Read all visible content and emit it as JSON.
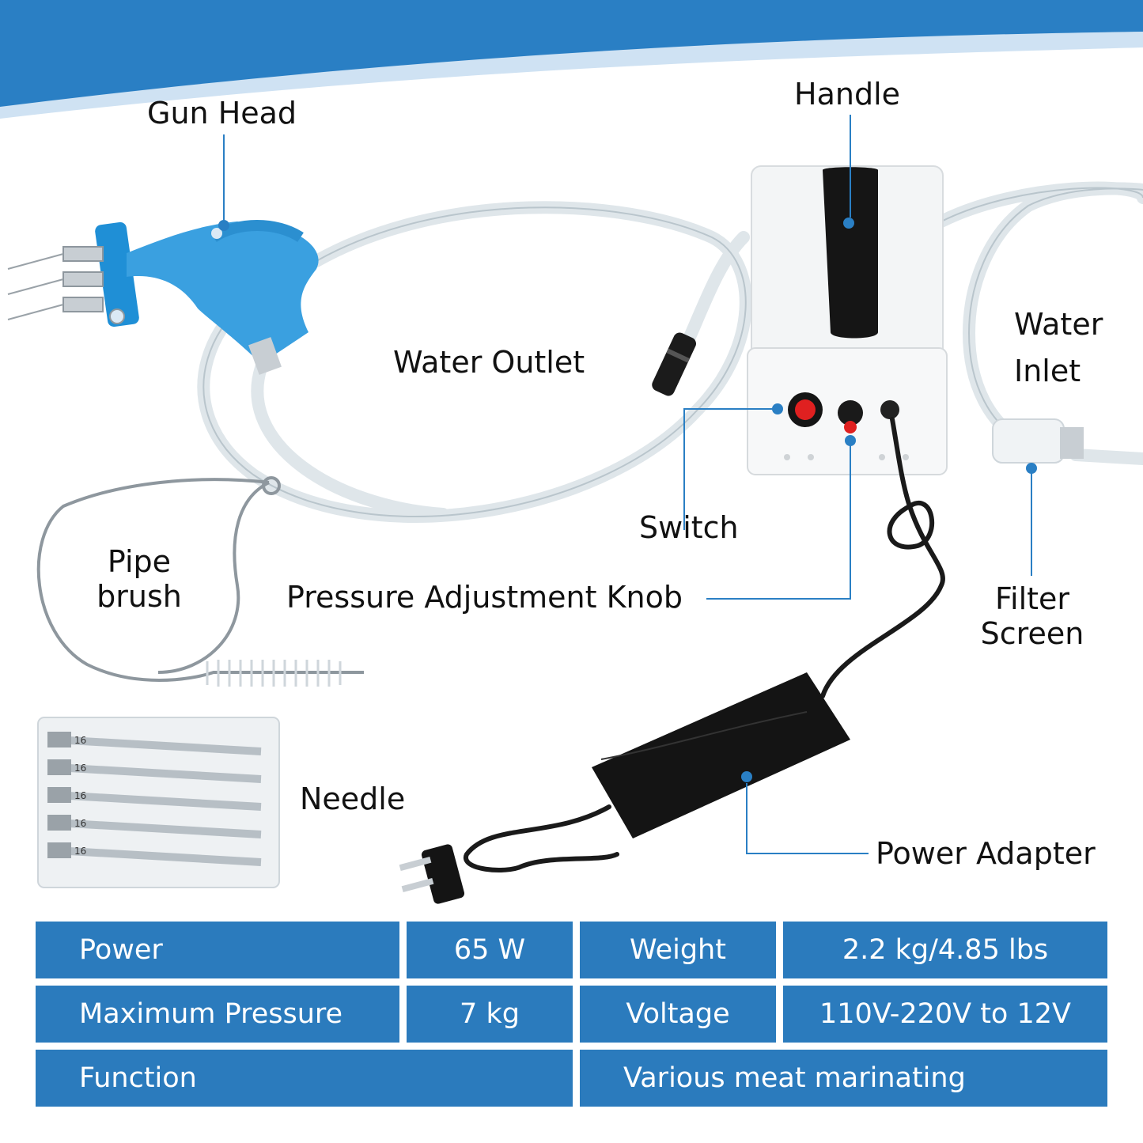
{
  "callouts": {
    "gun_head": "Gun Head",
    "handle": "Handle",
    "water_outlet": "Water Outlet",
    "water_inlet_line1": "Water",
    "water_inlet_line2": "Inlet",
    "switch": "Switch",
    "pressure_knob": "Pressure Adjustment Knob",
    "pipe_brush_line1": "Pipe",
    "pipe_brush_line2": "brush",
    "filter_line1": "Filter",
    "filter_line2": "Screen",
    "needle": "Needle",
    "power_adapter": "Power Adapter"
  },
  "needle_gauge": "16",
  "specs": {
    "row1": {
      "label_a": "Power",
      "value_a": "65 W",
      "label_b": "Weight",
      "value_b": "2.2 kg/4.85 lbs"
    },
    "row2": {
      "label_a": "Maximum Pressure",
      "value_a": "7 kg",
      "label_b": "Voltage",
      "value_b": "110V-220V to 12V"
    },
    "row3": {
      "label": "Function",
      "value": "Various meat marinating"
    }
  },
  "colors": {
    "header_blue": "#2a7fc4",
    "header_light": "#cfe2f3",
    "callout_line": "#2a7fc4",
    "cell_blue": "#2b7bbd",
    "gun_blue": "#3aa0e0"
  }
}
